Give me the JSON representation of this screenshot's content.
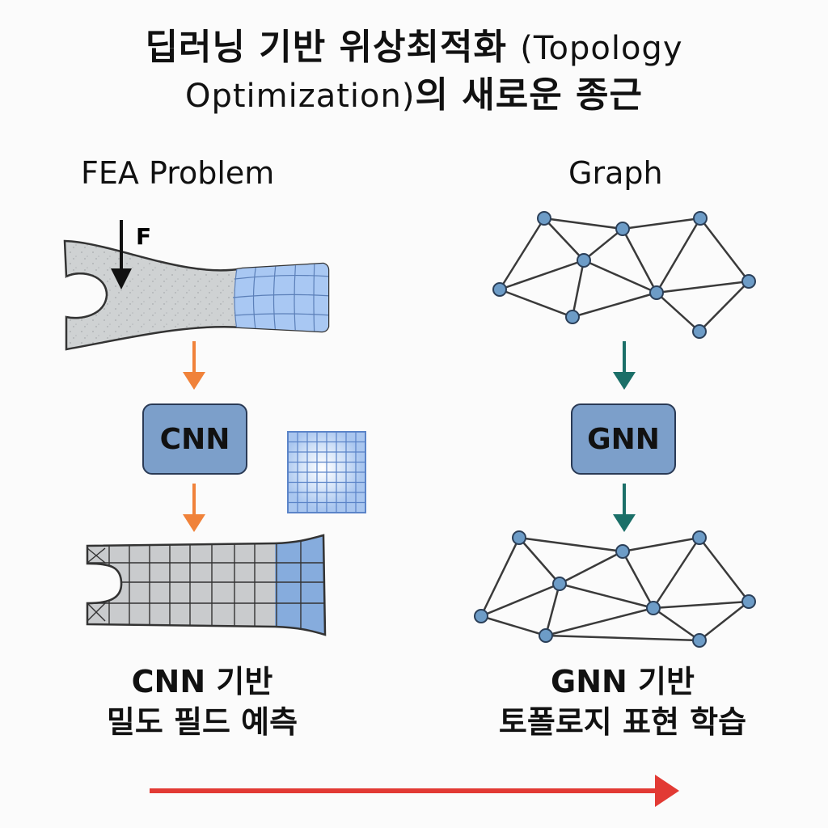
{
  "title": {
    "line1_ko": "딥러닝 기반 위상최적화",
    "line1_en": "(Topology",
    "line2_en": "Optimization)",
    "line2_ko": "의 새로운 종근"
  },
  "left": {
    "heading": "FEA Problem",
    "force_label": "F",
    "model_label": "CNN",
    "caption_line1": "CNN 기반",
    "caption_line2": "밀도 필드 예측"
  },
  "right": {
    "heading": "Graph",
    "model_label": "GNN",
    "caption_line1": "GNN 기반",
    "caption_line2": "토폴로지 표현 학습"
  },
  "colors": {
    "cnn_arrow": "#f0823a",
    "gnn_arrow": "#1b6f68",
    "model_box": "#7c9fca",
    "node": "#6d9cc7",
    "mesh_blue": "#9fc0ec",
    "progress_arrow": "#e23a34"
  },
  "icons": {
    "force": "down-arrow-icon",
    "flow_left": "orange-down-arrow-icon",
    "flow_right": "teal-down-arrow-icon",
    "progress": "right-arrow-icon"
  }
}
